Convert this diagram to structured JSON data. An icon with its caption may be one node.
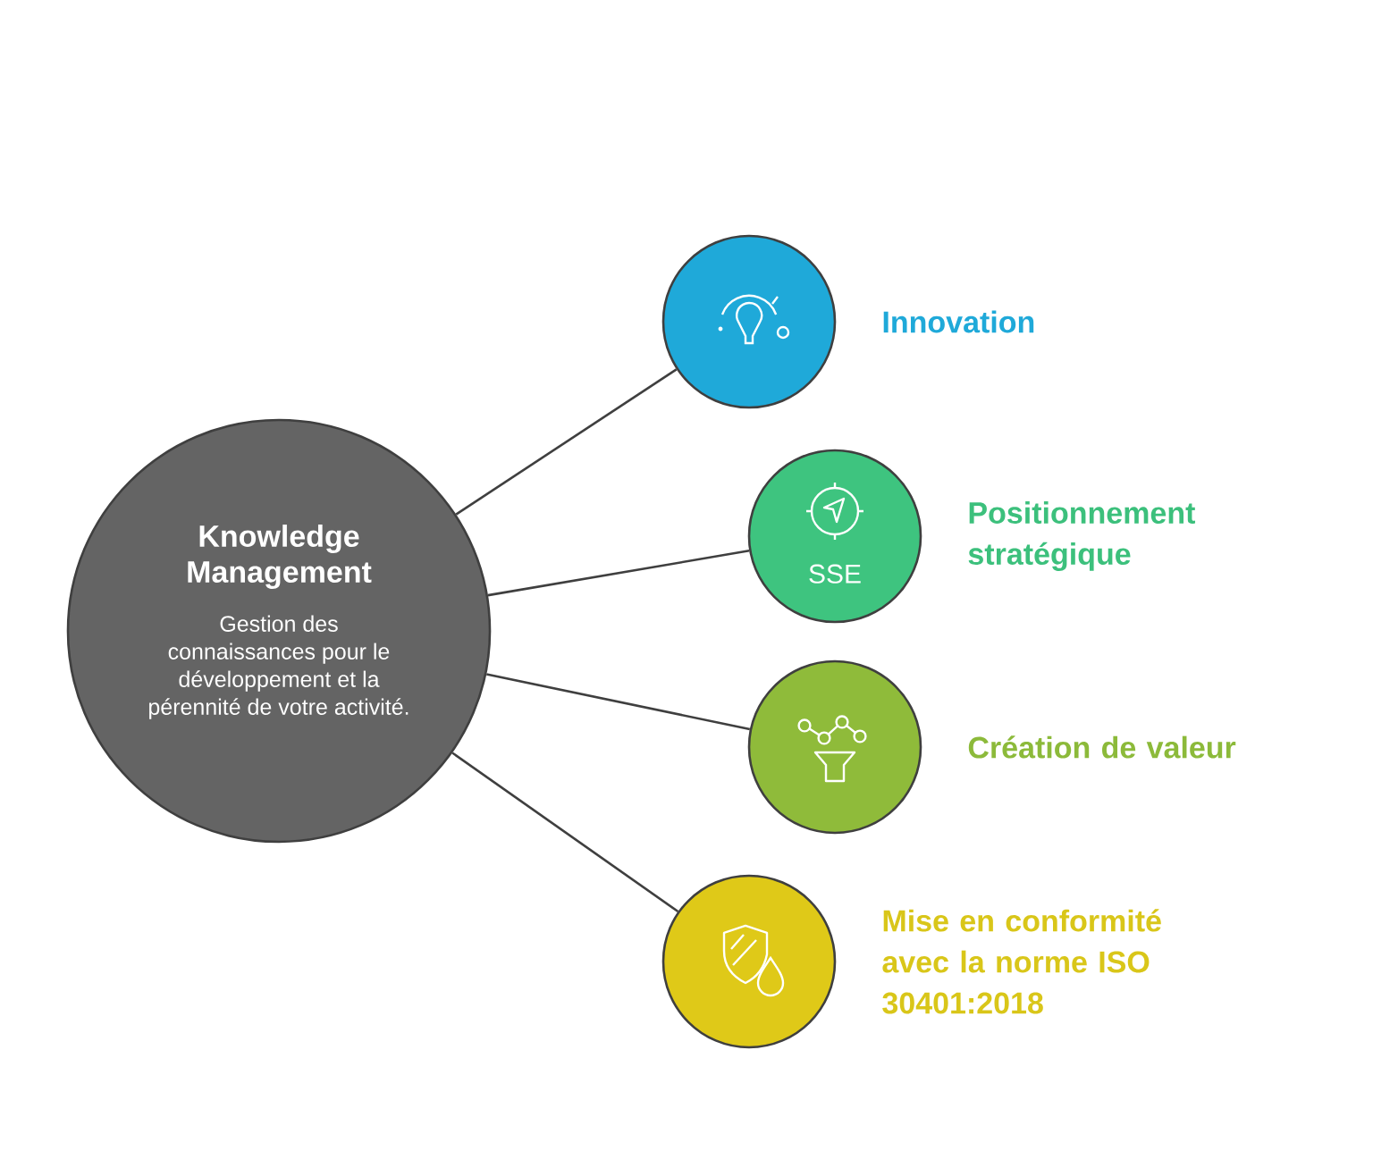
{
  "diagram": {
    "nodes": [
      {
        "text": [
          "Knowledge Management",
          "Gestion des connaissances pour le développement et la pérennité de votre activité."
        ]
      },
      {
        "text": [],
        "shape": "circle",
        "beside": [
          "Innovation"
        ]
      },
      {
        "text": [
          "SSE"
        ],
        "beside": [
          "Positionnement stratégique"
        ]
      },
      {
        "text": [],
        "shape": "circle",
        "beside": [
          "Création de valeur"
        ]
      },
      {
        "text": [],
        "shape": "circle",
        "beside": [
          "Mise en conformité avec la norme ISO 30401:2018"
        ]
      }
    ],
    "edges": [
      {
        "from": 0,
        "to": 1,
        "arrow": "none"
      },
      {
        "from": 0,
        "to": 2,
        "arrow": "none"
      },
      {
        "from": 0,
        "to": 3,
        "arrow": "none"
      },
      {
        "from": 0,
        "to": 4,
        "arrow": "none"
      }
    ]
  }
}
